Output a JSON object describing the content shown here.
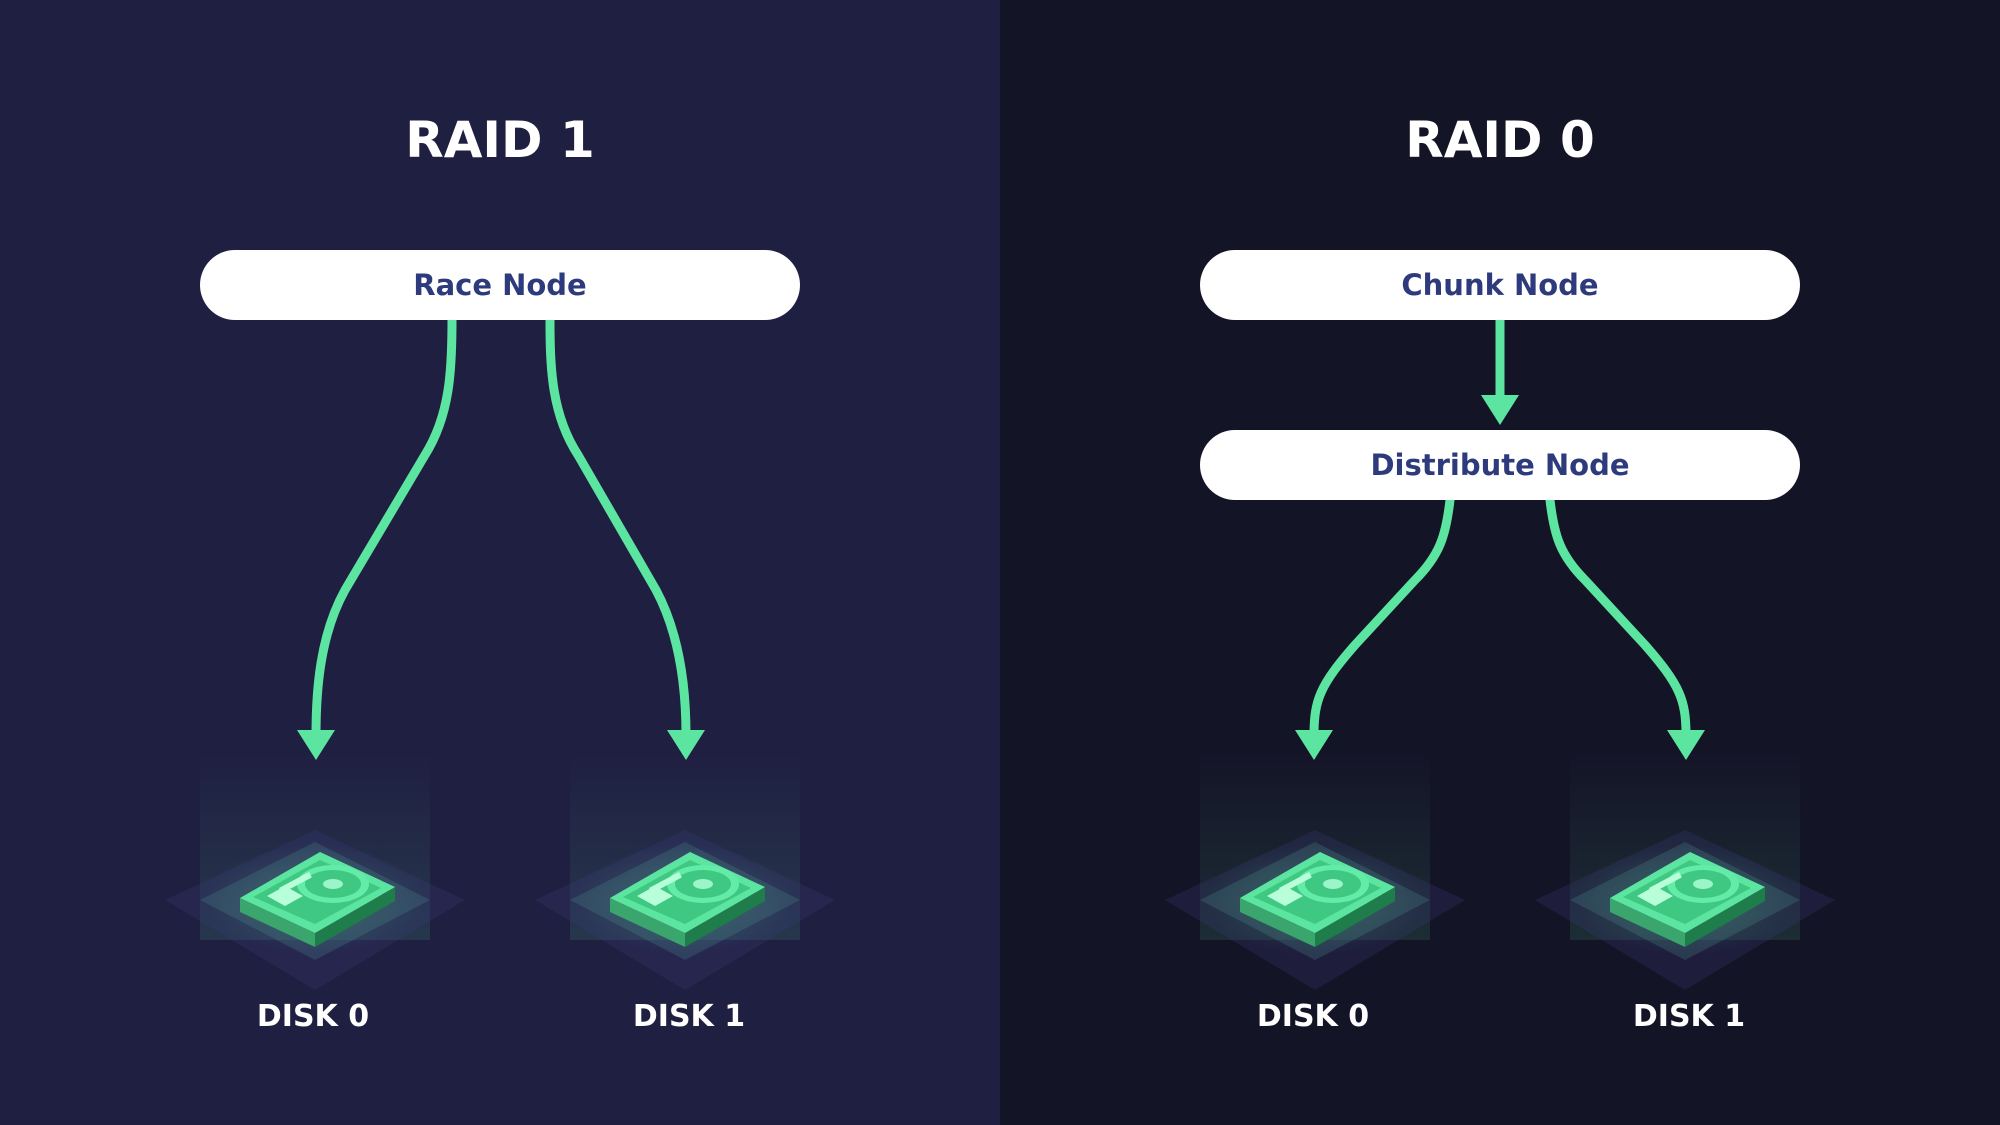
{
  "raid1": {
    "title": "RAID 1",
    "node": "Race Node",
    "disks": [
      "DISK 0",
      "DISK 1"
    ]
  },
  "raid0": {
    "title": "RAID 0",
    "nodes": [
      "Chunk Node",
      "Distribute Node"
    ],
    "disks": [
      "DISK 0",
      "DISK 1"
    ]
  },
  "colors": {
    "left_background": "#1f1f41",
    "right_background": "#141427",
    "arrow": "#5ce5a0",
    "node_text": "#2d3a7c",
    "node_fill": "#ffffff"
  },
  "icons": [
    "hard-drive-icon"
  ]
}
